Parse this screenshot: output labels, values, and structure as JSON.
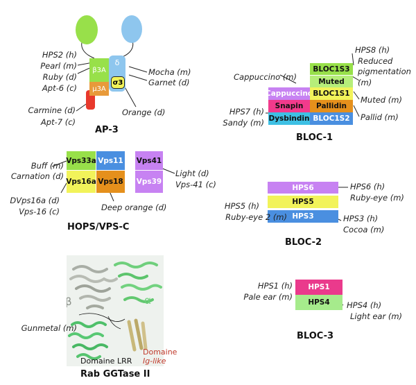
{
  "ap3": {
    "title": "AP-3",
    "subunits": {
      "beta3a": "β3A",
      "delta": "δ",
      "mu3a": "μ3A",
      "sigma3": "σ3"
    },
    "labels": {
      "hps2": "HPS2 (h)",
      "pearl": "Pearl (m)",
      "ruby": "Ruby (d)",
      "apt6": "Apt-6 (c)",
      "mocha": "Mocha (m)",
      "garnet": "Garnet (d)",
      "carmine": "Carmine (d)",
      "apt7": "Apt-7 (c)",
      "orange": "Orange (d)"
    }
  },
  "bloc1": {
    "title": "BLOC-1",
    "boxes": {
      "bloc1s3": "BLOC1S3",
      "muted": "Muted",
      "cappuccino": "Cappuccino",
      "bloc1s1": "BLOC1S1",
      "snapin": "Snapin",
      "pallidin": "Pallidin",
      "dysbindin": "Dysbindin",
      "bloc1s2": "BLOC1S2"
    },
    "labels": {
      "hps8": "HPS8 (h)",
      "reduced1": "Reduced",
      "reduced2": "pigmentation",
      "reduced3": "(m)",
      "muted": "Muted (m)",
      "pallid": "Pallid (m)",
      "cappuccino": "Cappuccino (m)",
      "hps7": "HPS7 (h)",
      "sandy": "Sandy (m)"
    }
  },
  "hops": {
    "title": "HOPS/VPS-C",
    "boxes": {
      "vps33a": "Vps33a",
      "vps11": "Vps11",
      "vps16a": "Vps16a",
      "vps18": "Vps18",
      "vps41": "Vps41",
      "vps39": "Vps39"
    },
    "labels": {
      "buff": "Buff (m)",
      "carnation": "Carnation (d)",
      "dvps16a": "DVps16a (d)",
      "vps16": "Vps-16 (c)",
      "deeporange": "Deep orange (d)",
      "light": "Light (d)",
      "vps41": "Vps-41 (c)"
    }
  },
  "bloc2": {
    "title": "BLOC-2",
    "boxes": {
      "hps6": "HPS6",
      "hps5": "HPS5",
      "hps3": "HPS3"
    },
    "labels": {
      "hps6": "HPS6 (h)",
      "rubyeye": "Ruby-eye (m)",
      "hps5": "HPS5 (h)",
      "rubyeye2": "Ruby-eye 2 (m)",
      "hps3": "HPS3 (h)",
      "cocoa": "Cocoa (m)"
    }
  },
  "bloc3": {
    "title": "BLOC-3",
    "boxes": {
      "hps1": "HPS1",
      "hps4": "HPS4"
    },
    "labels": {
      "hps1": "HPS1 (h)",
      "paleear": "Pale ear (m)",
      "hps4": "HPS4 (h)",
      "lightear": "Light ear (m)"
    }
  },
  "rab": {
    "title": "Rab GGTase II",
    "beta": "β",
    "alpha": "α",
    "gunmetal": "Gunmetal (m)",
    "lrr": "Domaine LRR",
    "iglike1": "Domaine",
    "iglike2": "Ig-like"
  },
  "colors": {
    "green": "#98e04a",
    "lightgreen": "#b6ee7a",
    "blue": "#8ec6ee",
    "red": "#e8392c",
    "yellow": "#f2f35a",
    "purple": "#c782f2",
    "pink": "#f23a8c",
    "orange": "#e5901c",
    "cyan": "#3ec0e4",
    "vpsblue": "#4a8fe0",
    "hps4green": "#a6eb8c",
    "magenta": "#ea3a8c"
  }
}
